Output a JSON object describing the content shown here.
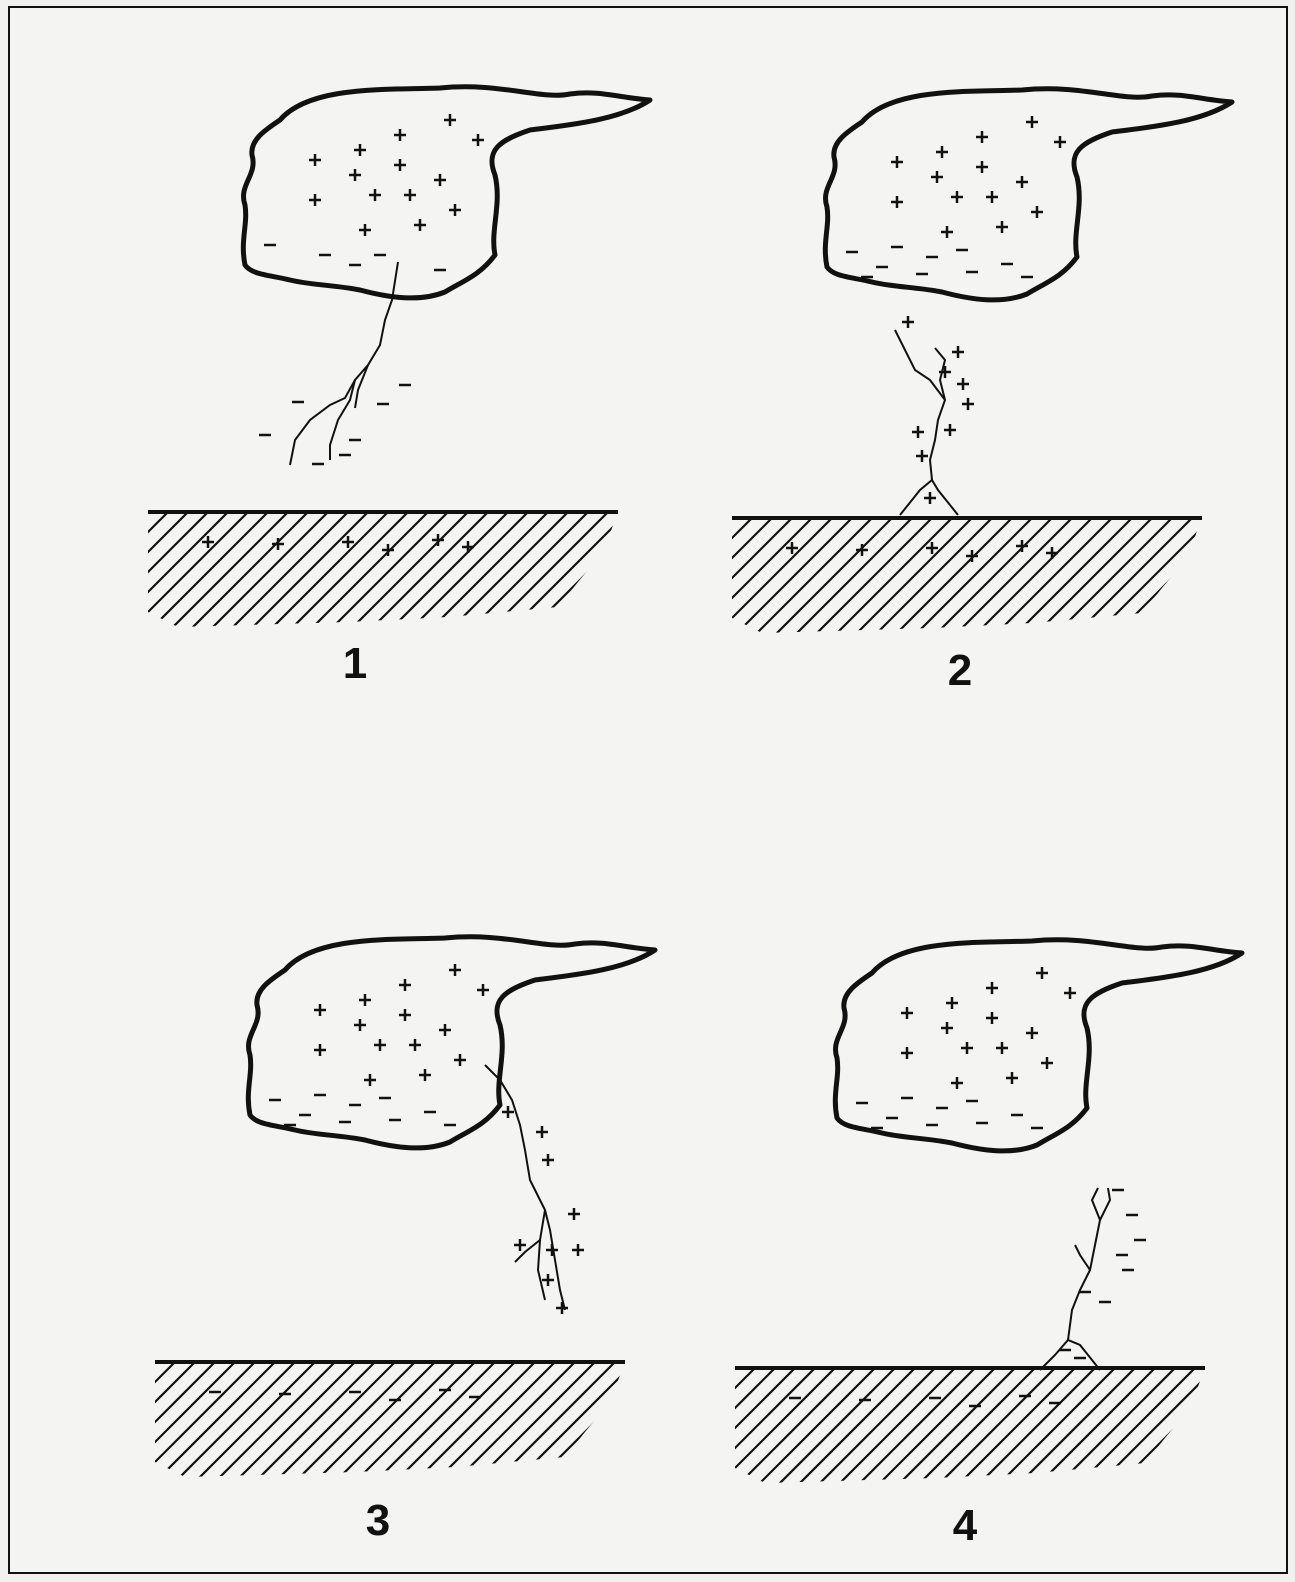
{
  "ink_color": "#111111",
  "paper_color": "#f4f4f2",
  "panels": [
    {
      "label": "1",
      "leader": "down",
      "leader_charge": "-",
      "ground_charge": "+",
      "upward_streamer": false
    },
    {
      "label": "2",
      "leader": "up",
      "leader_charge": "+",
      "ground_charge": "+",
      "upward_streamer": true
    },
    {
      "label": "3",
      "leader": "down-side",
      "leader_charge": "+",
      "ground_charge": "-",
      "upward_streamer": false
    },
    {
      "label": "4",
      "leader": "up",
      "leader_charge": "-",
      "ground_charge": "-",
      "upward_streamer": true
    }
  ],
  "icons": [
    "cloud-icon",
    "lightning-leader-icon",
    "ground-icon"
  ]
}
